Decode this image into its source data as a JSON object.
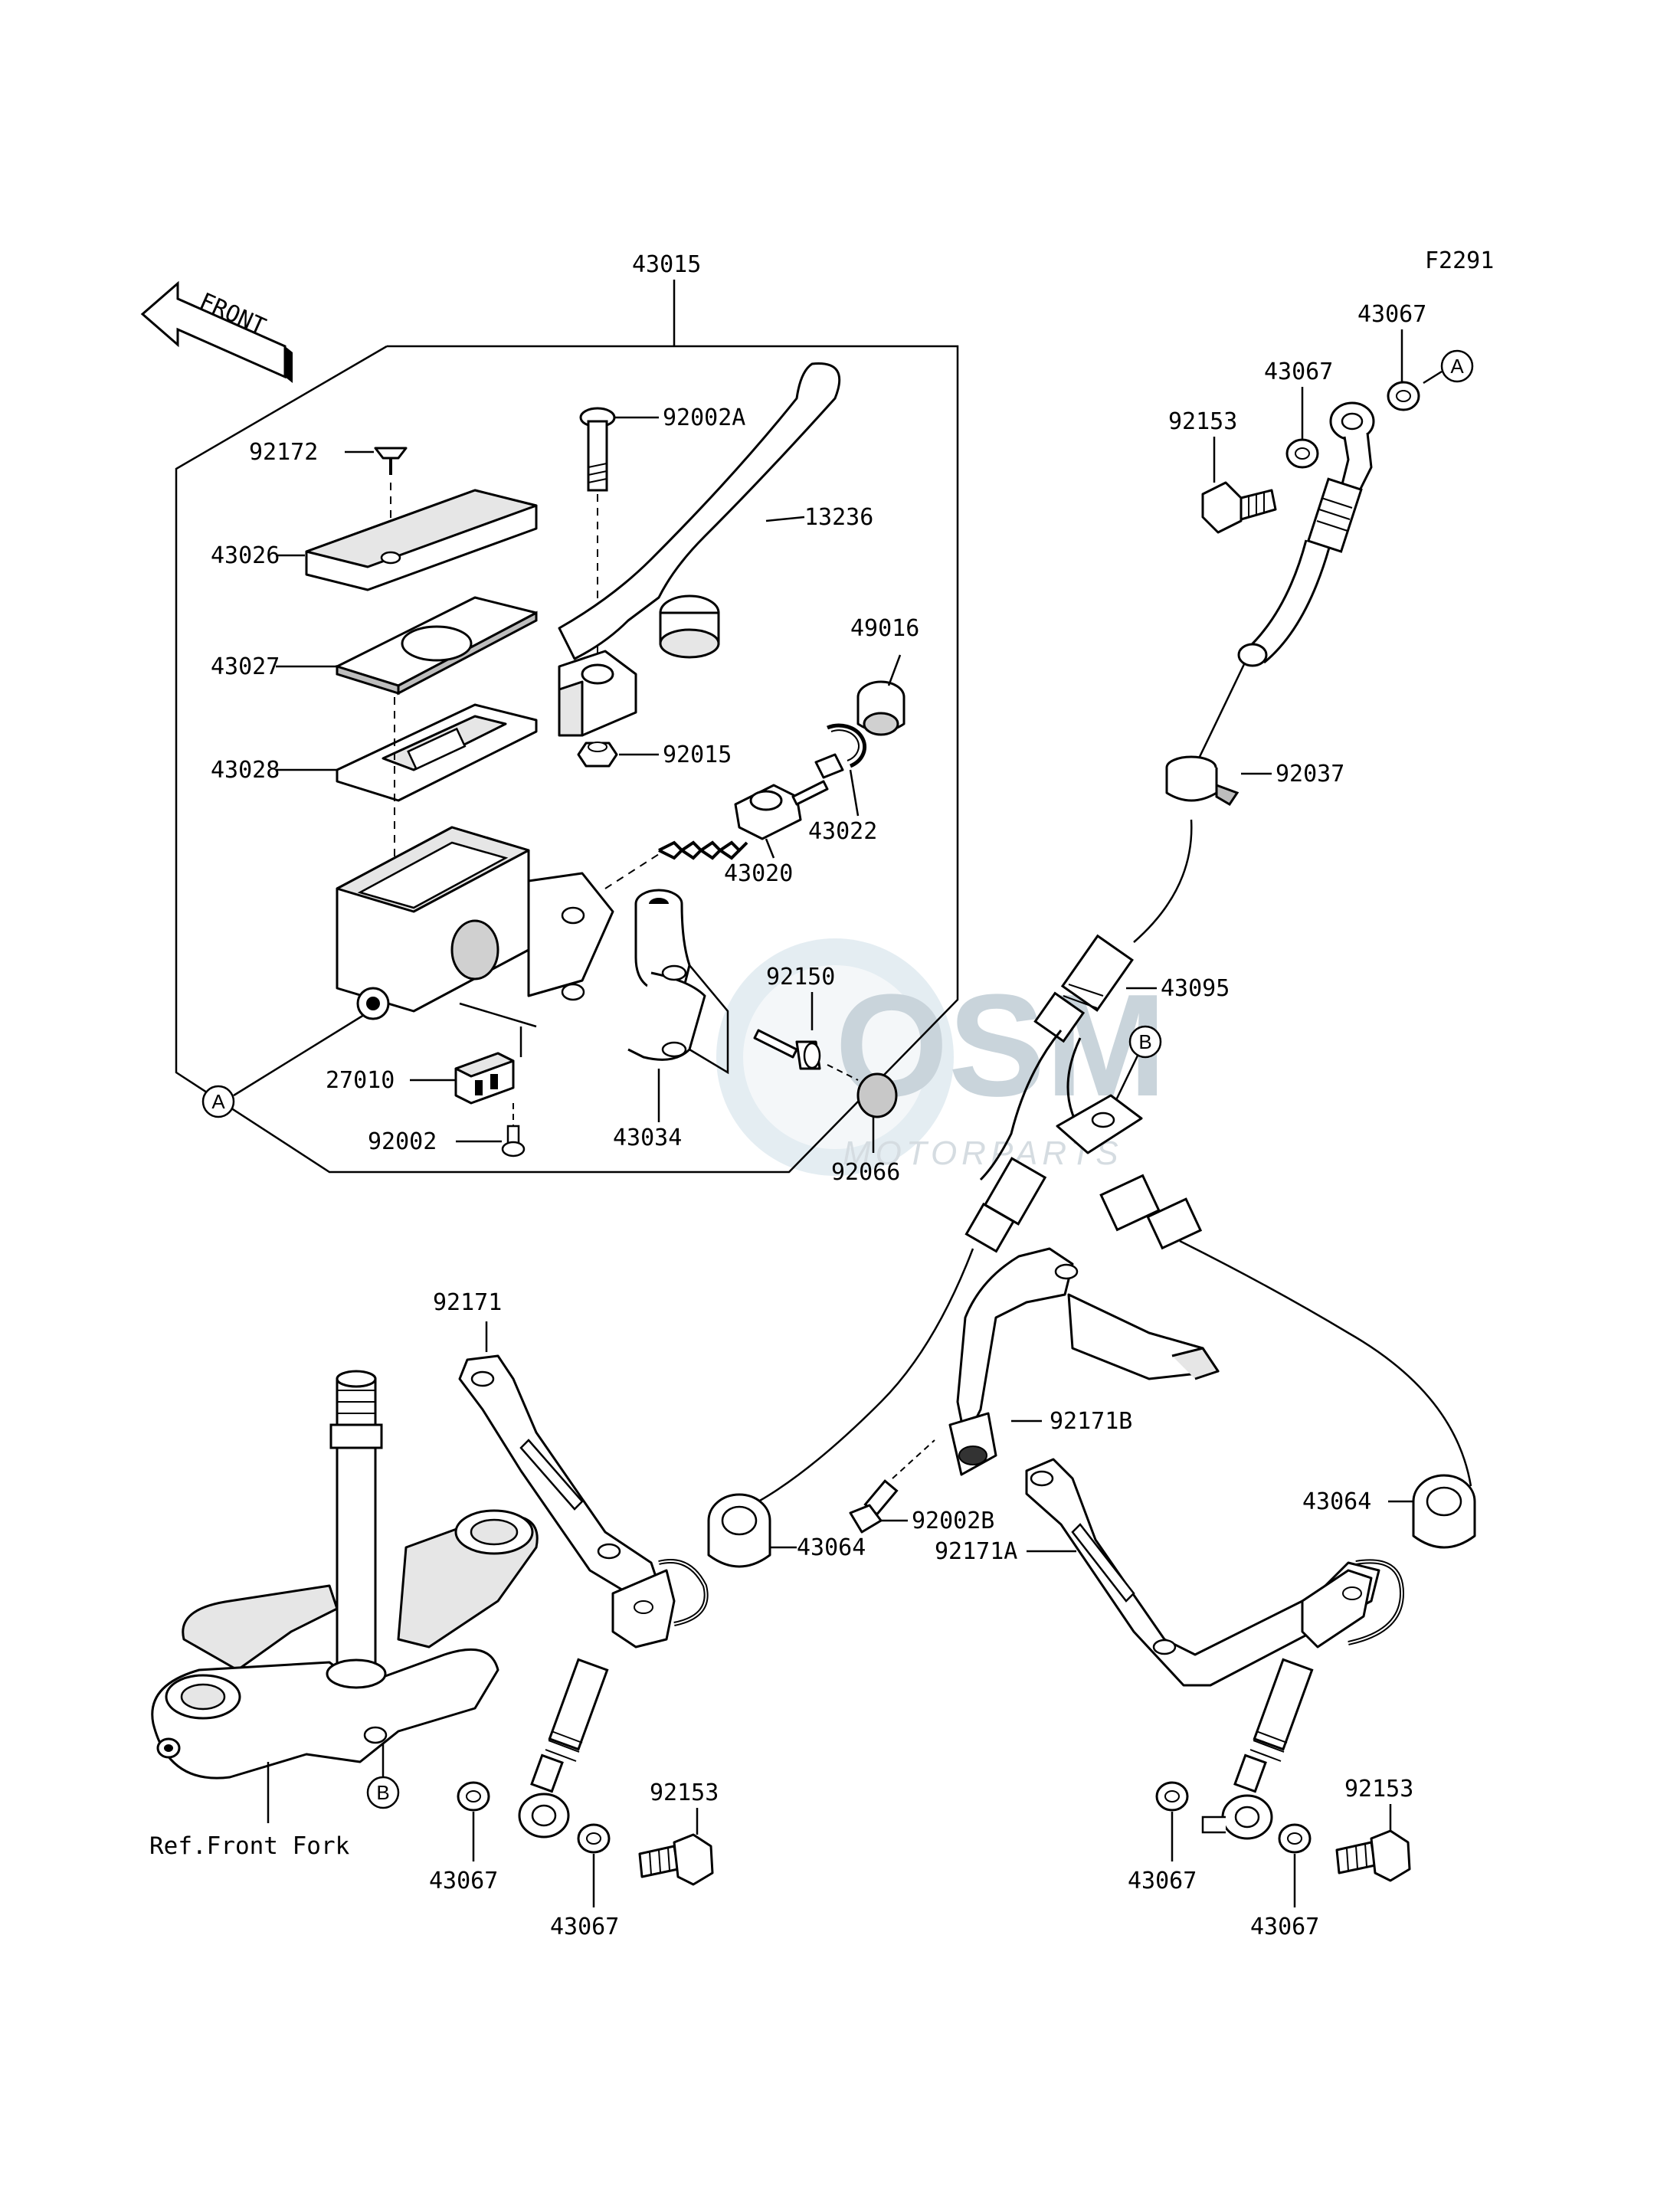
{
  "figure_code": "F2291",
  "front_arrow_label": "FRONT",
  "assembly_label": "43015",
  "reference_note": "Ref.Front Fork",
  "watermark": {
    "brand": "OSM",
    "subtitle": "MOTORPARTS"
  },
  "connector_markers": {
    "a": "A",
    "b": "B"
  },
  "part_labels": {
    "p92172": "92172",
    "p43026": "43026",
    "p43027": "43027",
    "p43028": "43028",
    "p92002A": "92002A",
    "p13236": "13236",
    "p49016": "49016",
    "p92015": "92015",
    "p43022": "43022",
    "p43020": "43020",
    "p92150": "92150",
    "p27010": "27010",
    "p92002": "92002",
    "p43034": "43034",
    "p92066": "92066",
    "p43067_top1": "43067",
    "p43067_top2": "43067",
    "p92153_top": "92153",
    "p92037": "92037",
    "p43095": "43095",
    "p92171": "92171",
    "p92171B": "92171B",
    "p92002B": "92002B",
    "p43064_left": "43064",
    "p43064_right": "43064",
    "p92171A": "92171A",
    "p92153_left": "92153",
    "p43067_left1": "43067",
    "p43067_left2": "43067",
    "p92153_right": "92153",
    "p43067_right1": "43067",
    "p43067_right2": "43067"
  },
  "colors": {
    "ink": "#000000",
    "paper": "#ffffff",
    "watermark": "#b8c6cf"
  }
}
